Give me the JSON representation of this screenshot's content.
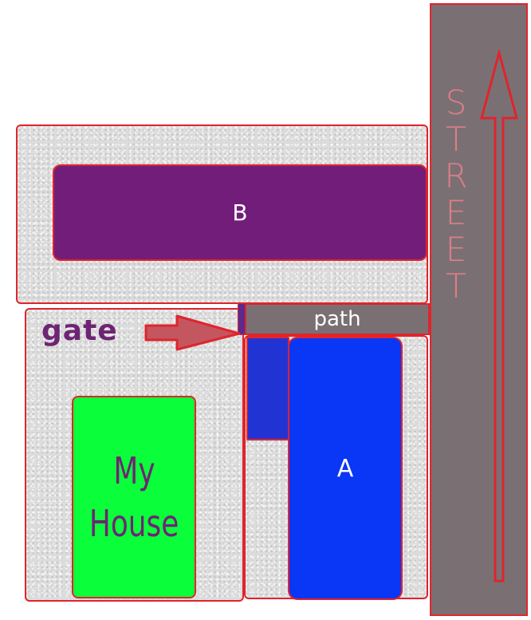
{
  "labels": {
    "building_b": "B",
    "building_a": "A",
    "path": "path",
    "gate": "gate",
    "street": "STREET",
    "my_house_line1": "My",
    "my_house_line2": "House"
  },
  "colors": {
    "border": "#e0242c",
    "lot_fill": "#dcdcdc",
    "street_fill": "#7a7074",
    "building_b": "#731d7b",
    "building_a": "#0a36f5",
    "small_blue": "#2233d4",
    "my_house": "#0aff3a",
    "gate_text": "#6e2474",
    "street_text": "#e07d86"
  },
  "icons": {
    "gate_pointer": "right-arrow-icon",
    "street_direction": "up-arrow-icon"
  }
}
